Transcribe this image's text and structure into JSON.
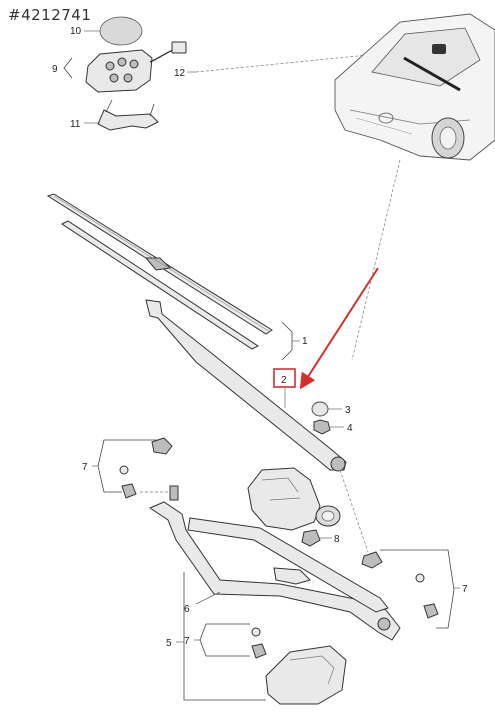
{
  "reference_code": "#4212741",
  "callouts": {
    "c1": "1",
    "c2": "2",
    "c3": "3",
    "c4": "4",
    "c5": "5",
    "c6": "6",
    "c7a": "7",
    "c7b": "7",
    "c7c": "7",
    "c8": "8",
    "c9": "9",
    "c10": "10",
    "c11": "11",
    "c12": "12"
  },
  "colors": {
    "highlight": "#d32f2f",
    "line": "#333333"
  }
}
